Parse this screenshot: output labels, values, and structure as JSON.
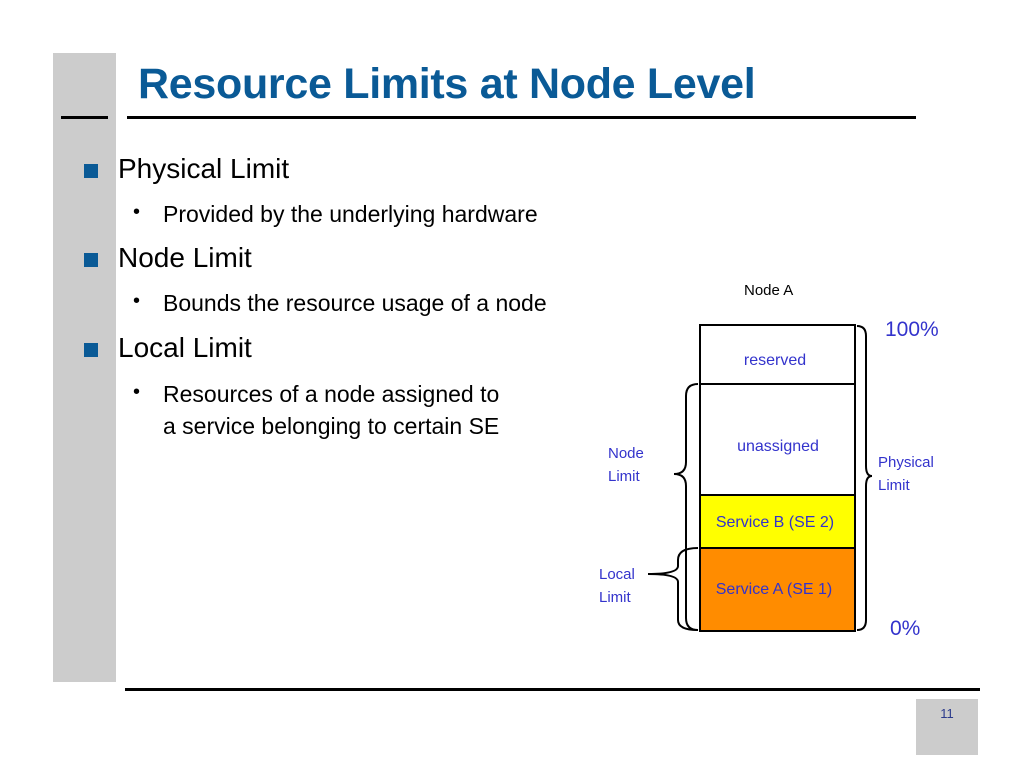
{
  "slide": {
    "title": "Resource Limits at Node Level",
    "page_number": "11"
  },
  "bullets": [
    {
      "label": "Physical Limit",
      "sub": [
        "Provided by the underlying hardware"
      ]
    },
    {
      "label": "Node Limit",
      "sub": [
        "Bounds the resource usage of a node"
      ]
    },
    {
      "label": "Local Limit",
      "sub": [
        "Resources of a node assigned to",
        "a service belonging to certain SE"
      ]
    }
  ],
  "diagram": {
    "node_title": "Node A",
    "top_percent": "100%",
    "bottom_percent": "0%",
    "segments": [
      {
        "label": "reserved",
        "color": "#ffffff"
      },
      {
        "label": "unassigned",
        "color": "#ffffff"
      },
      {
        "label": "Service B (SE 2)",
        "color": "#ffff00"
      },
      {
        "label": "Service A (SE 1)",
        "color": "#ff8c00"
      }
    ],
    "brackets": {
      "node_limit": [
        "Node",
        "Limit"
      ],
      "local_limit": [
        "Local",
        "Limit"
      ],
      "physical_limit": [
        "Physical",
        "Limit"
      ]
    },
    "label_color": "#3333cc"
  }
}
